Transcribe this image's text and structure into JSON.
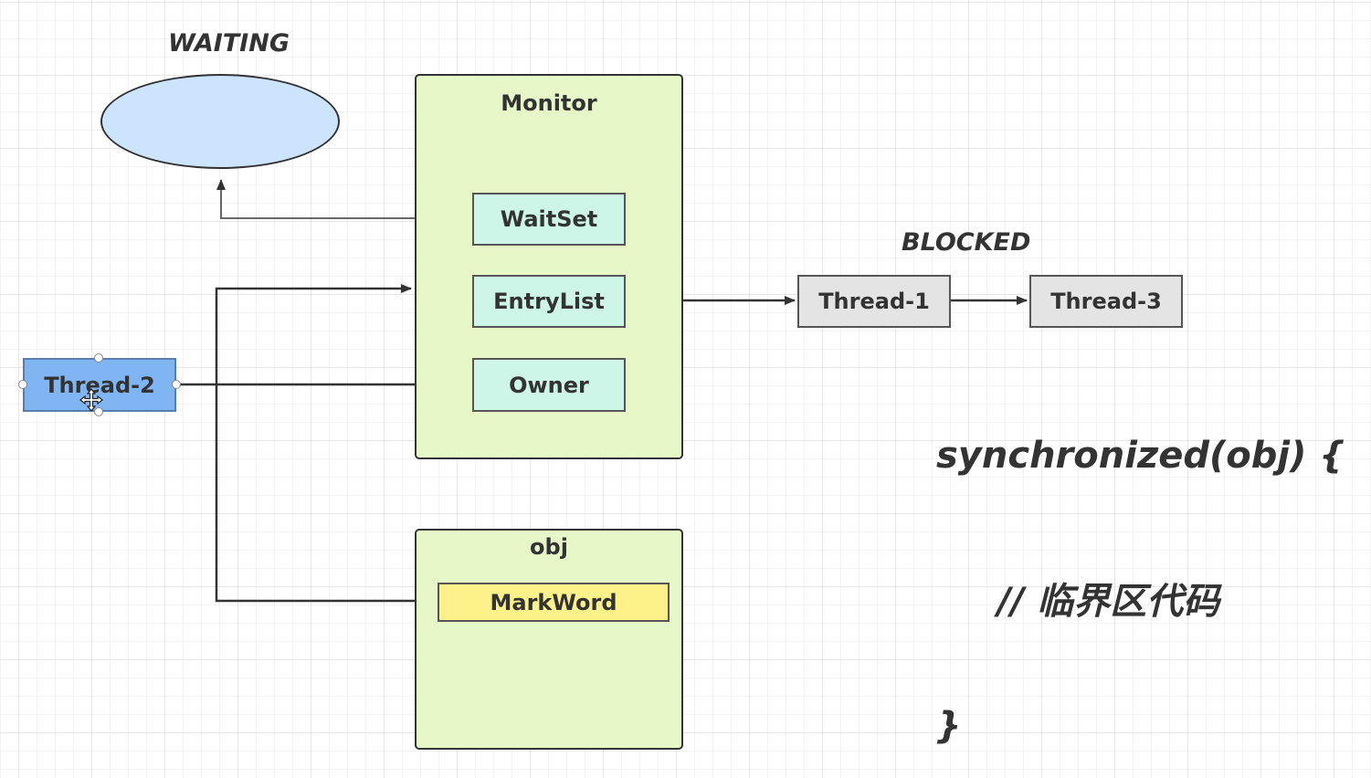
{
  "labels": {
    "waiting": "WAITING",
    "blocked": "BLOCKED"
  },
  "monitor": {
    "title": "Monitor",
    "waitset": "WaitSet",
    "entrylist": "EntryList",
    "owner": "Owner"
  },
  "obj": {
    "title": "obj",
    "markword": "MarkWord"
  },
  "threads": {
    "thread1": "Thread-1",
    "thread2": "Thread-2",
    "thread3": "Thread-3"
  },
  "code": {
    "line1": "synchronized(obj) {",
    "line2": "// 临界区代码",
    "line3": "}"
  },
  "colors": {
    "container_fill": "#e6f8c8",
    "inner_box_fill": "#cdf6e9",
    "markword_fill": "#fdf28a",
    "thread_blocked_fill": "#e4e4e4",
    "thread_selected_fill": "#7fb5f2",
    "waiting_ellipse_fill": "#cde4ff",
    "arrow_color": "#333333"
  }
}
